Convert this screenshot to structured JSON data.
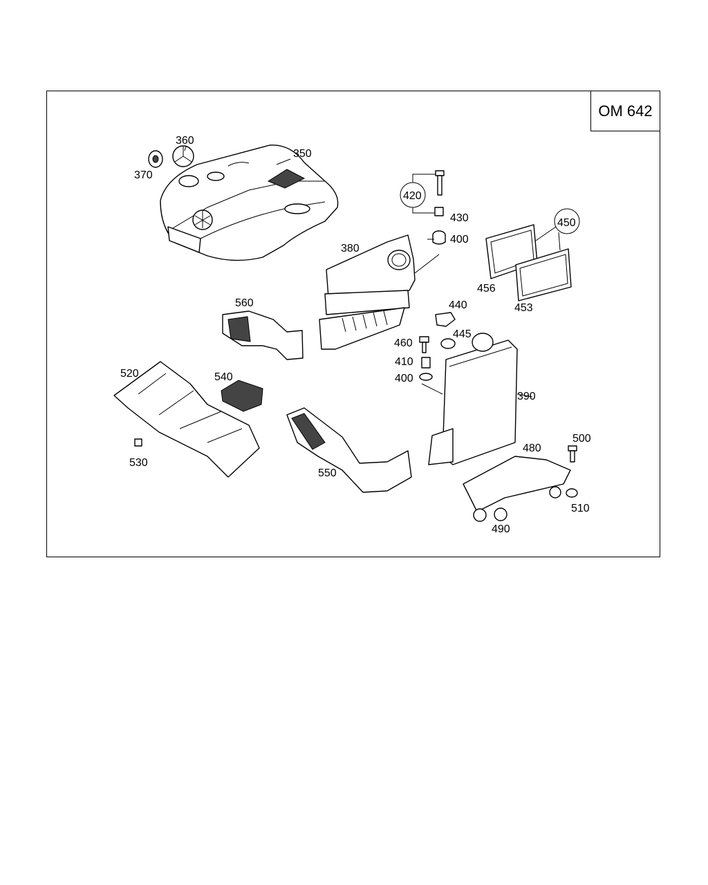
{
  "diagram": {
    "model_code": "OM 642",
    "parts": [
      {
        "id": "350",
        "label": "350"
      },
      {
        "id": "360",
        "label": "360"
      },
      {
        "id": "370",
        "label": "370"
      },
      {
        "id": "380",
        "label": "380"
      },
      {
        "id": "390",
        "label": "390"
      },
      {
        "id": "400a",
        "label": "400"
      },
      {
        "id": "400b",
        "label": "400"
      },
      {
        "id": "410",
        "label": "410"
      },
      {
        "id": "420",
        "label": "420"
      },
      {
        "id": "430",
        "label": "430"
      },
      {
        "id": "440",
        "label": "440"
      },
      {
        "id": "445",
        "label": "445"
      },
      {
        "id": "450",
        "label": "450"
      },
      {
        "id": "453",
        "label": "453"
      },
      {
        "id": "456",
        "label": "456"
      },
      {
        "id": "460",
        "label": "460"
      },
      {
        "id": "480",
        "label": "480"
      },
      {
        "id": "490",
        "label": "490"
      },
      {
        "id": "500",
        "label": "500"
      },
      {
        "id": "510",
        "label": "510"
      },
      {
        "id": "520",
        "label": "520"
      },
      {
        "id": "530",
        "label": "530"
      },
      {
        "id": "540",
        "label": "540"
      },
      {
        "id": "550",
        "label": "550"
      },
      {
        "id": "560",
        "label": "560"
      }
    ]
  }
}
